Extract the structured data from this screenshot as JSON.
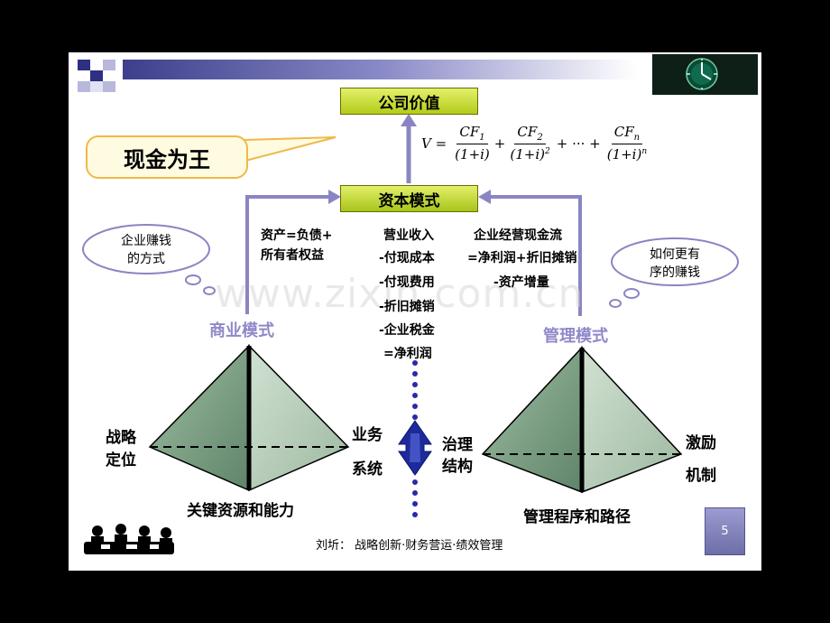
{
  "top_box": "公司价值",
  "mid_box": "资本模式",
  "callout": "现金为王",
  "formula": {
    "lhs": "V =",
    "term1_num": "CF",
    "term1_sub": "1",
    "term1_den": "(1+i)",
    "term2_num": "CF",
    "term2_sub": "2",
    "term2_den": "(1+i)",
    "term2_sup": "2",
    "dots": "+ ··· +",
    "termn_num": "CF",
    "termn_sub": "n",
    "termn_den": "(1+i)",
    "termn_sup": "n",
    "plus": "+"
  },
  "left_formula": [
    "资产=负债+",
    "所有者权益"
  ],
  "center_formula": [
    "营业收入",
    "-付现成本",
    "-付现费用",
    "-折旧摊销",
    "-企业税金",
    "=净利润"
  ],
  "right_formula": [
    "企业经营现金流",
    "=净利润+折旧摊销",
    "-资产增量"
  ],
  "left_cloud": [
    "企业赚钱",
    "的方式"
  ],
  "right_cloud": [
    "如何更有",
    "序的赚钱"
  ],
  "left_mode": "商业模式",
  "right_mode": "管理模式",
  "left_pyramid": {
    "left_label": [
      "战略",
      "定位"
    ],
    "right_label": [
      "业务",
      "系统"
    ],
    "bottom_label": "关键资源和能力"
  },
  "right_pyramid": {
    "right_label": [
      "激励",
      "机制"
    ],
    "bottom_label": "管理程序和路径"
  },
  "center_label": [
    "治理",
    "结构"
  ],
  "footer": "刘圻：  战略创新·财务营运·绩效管理",
  "page_number": "5",
  "watermark": "www.zixin.com.cn",
  "colors": {
    "box_fill": "#cfe840",
    "mode_color": "#8f88c9",
    "arrow_color": "#8a85c2",
    "pyramid_dark": "#6f8f77",
    "pyramid_light": "#c4d6c5",
    "dots_color": "#2a2aa6"
  }
}
